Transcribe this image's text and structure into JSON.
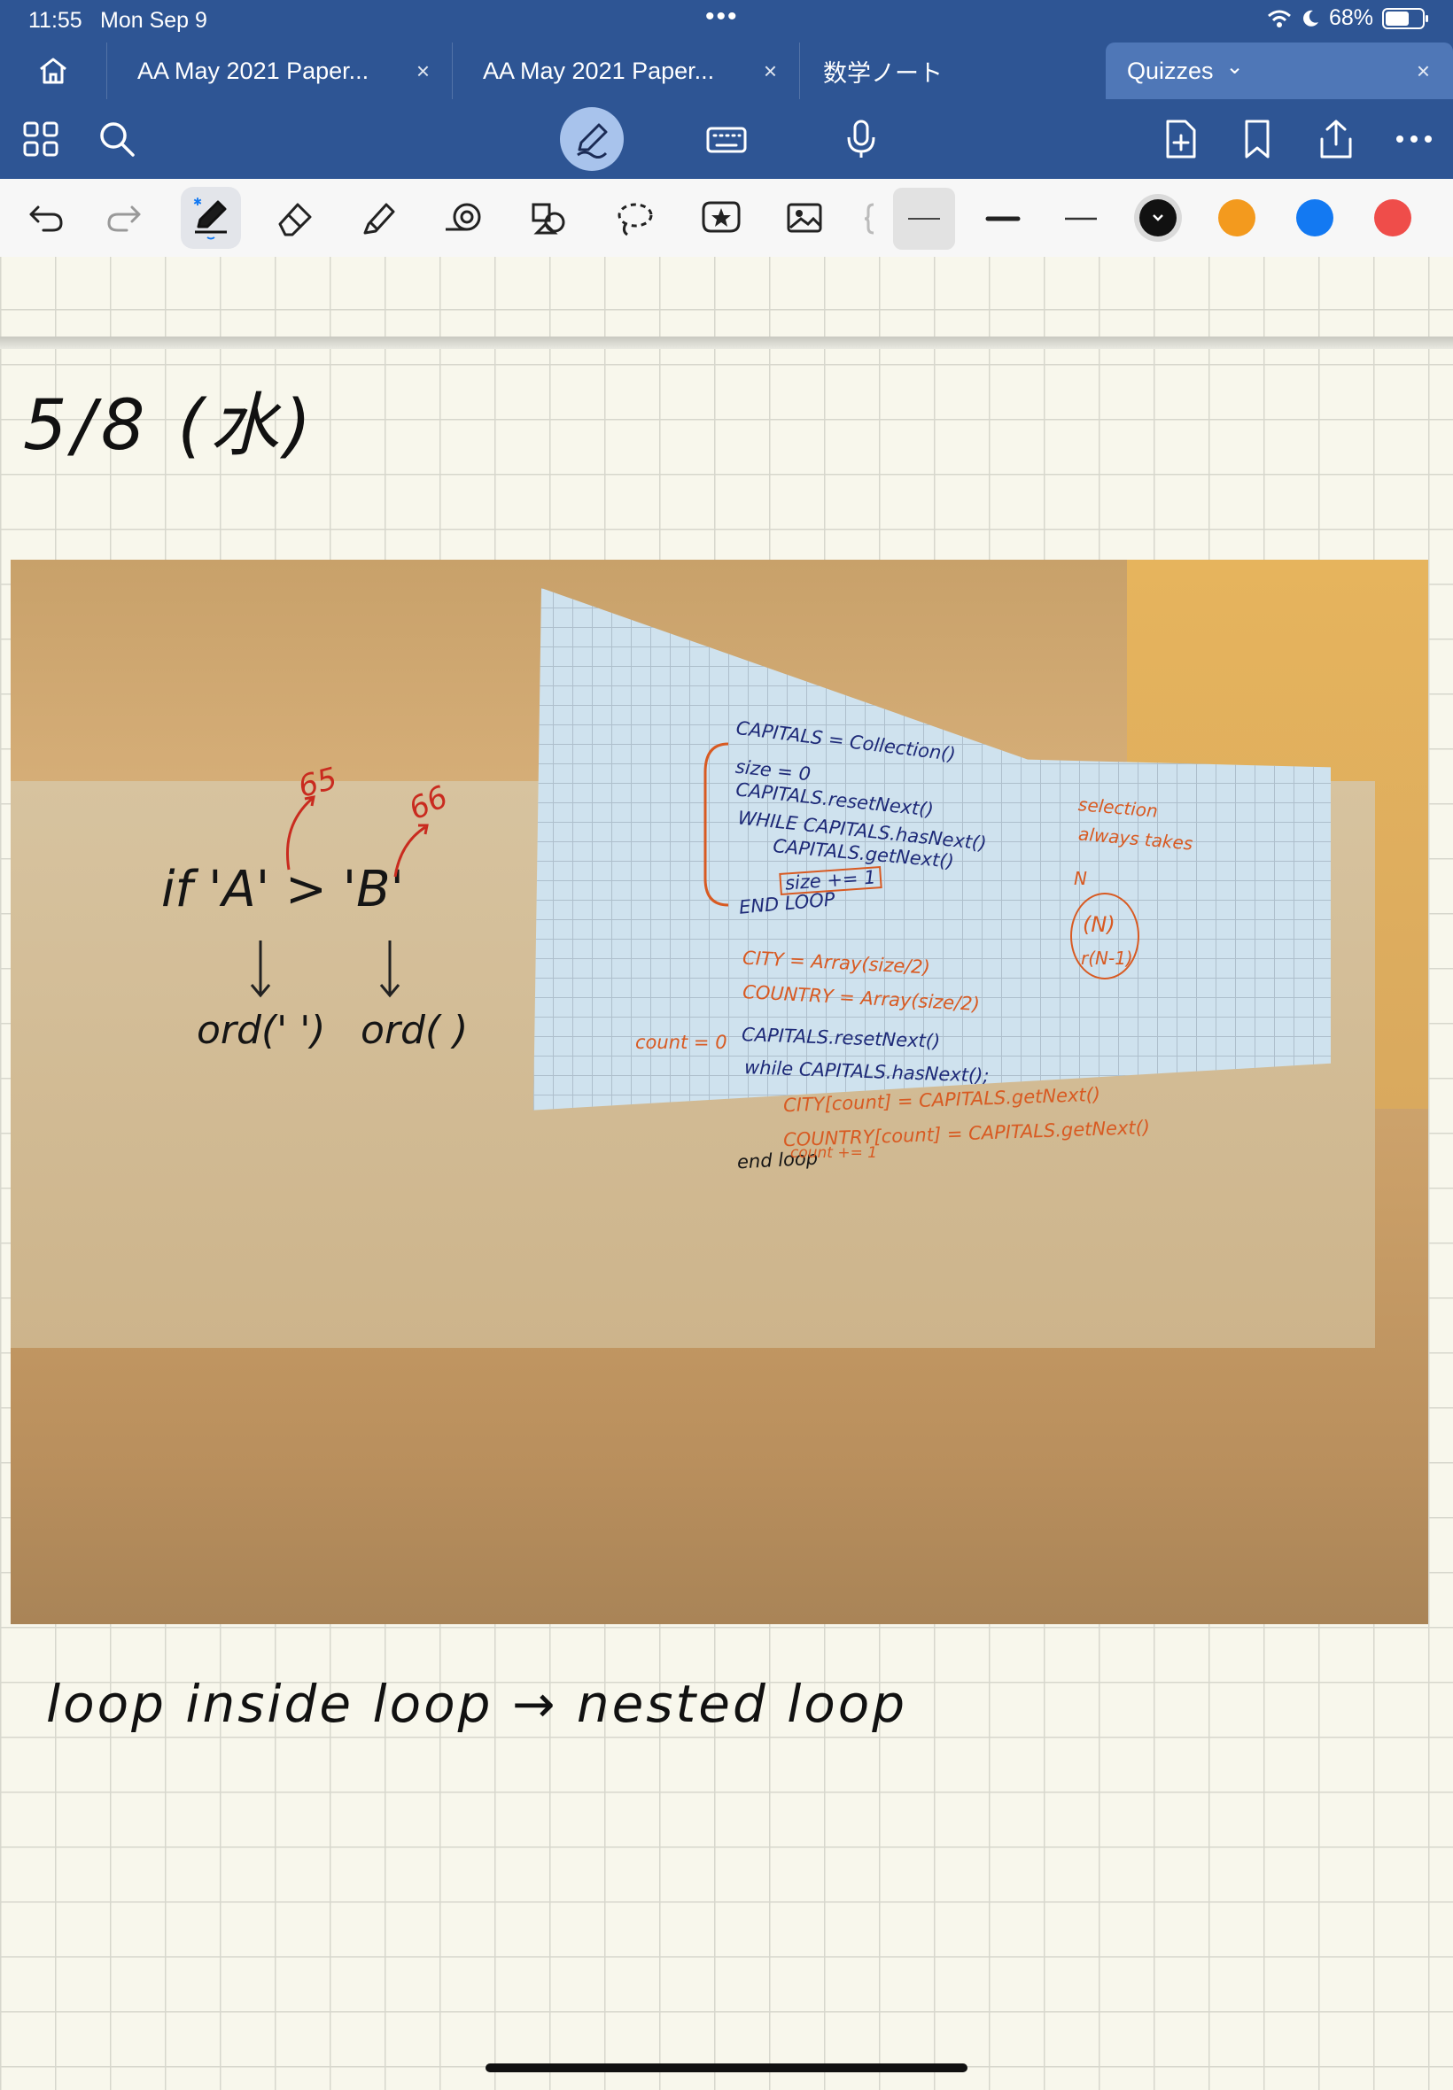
{
  "status_bar": {
    "time": "11:55",
    "date": "Mon Sep 9",
    "dots": "•••",
    "battery": "68%",
    "battery_level": 0.68
  },
  "tabs": [
    {
      "label": "AA May 2021 Paper...",
      "active": false,
      "closable": true
    },
    {
      "label": "AA May 2021 Paper...",
      "active": false,
      "closable": true
    },
    {
      "label": "数学ノート",
      "active": false,
      "closable": false
    },
    {
      "label": "Quizzes",
      "active": true,
      "closable": true
    }
  ],
  "tab_close_symbol": "×",
  "active_tab_chevron": "⌄",
  "nav_icons": [
    "grid-icon",
    "search-icon",
    "pen-mode-icon",
    "keyboard-icon",
    "microphone-icon",
    "add-page-icon",
    "bookmark-icon",
    "share-icon",
    "more-icon"
  ],
  "tool_icons": [
    "undo-icon",
    "redo-icon",
    "pen-icon",
    "eraser-icon",
    "highlighter-icon",
    "shapes-icon",
    "elements-icon",
    "lasso-icon",
    "sticker-icon",
    "image-icon",
    "text-icon"
  ],
  "pen_colors": [
    "#111111",
    "#f39a1e",
    "#1379f2",
    "#ef4d4a"
  ],
  "notes": {
    "date_note": "5/8 (水)",
    "loop_note": "loop inside loop → nested loop"
  },
  "photo": {
    "left_board": {
      "if_line": "if 'A' > 'B'",
      "ord_a": "ord(' ')",
      "ord_b": "ord( )",
      "code_a": "65",
      "code_b": "66"
    },
    "screen_code_blue": [
      "CAPITALS = Collection()",
      "size = 0",
      "CAPITALS.resetNext()",
      "WHILE CAPITALS.hasNext()",
      "CAPITALS.getNext()",
      "size += 1",
      "END LOOP",
      "CAPITALS.resetNext()",
      "while CAPITALS.hasNext();",
      "end loop"
    ],
    "screen_code_orange": [
      "CITY = Array(size/2)",
      "COUNTRY = Array(size/2)",
      "count = 0",
      "CITY[count] = CAPITALS.getNext()",
      "COUNTRY[count] = CAPITALS.getNext()",
      "count += 1"
    ],
    "screen_side_notes": [
      "selection",
      "always takes",
      "N",
      "(N)",
      "r(N-1)"
    ]
  }
}
